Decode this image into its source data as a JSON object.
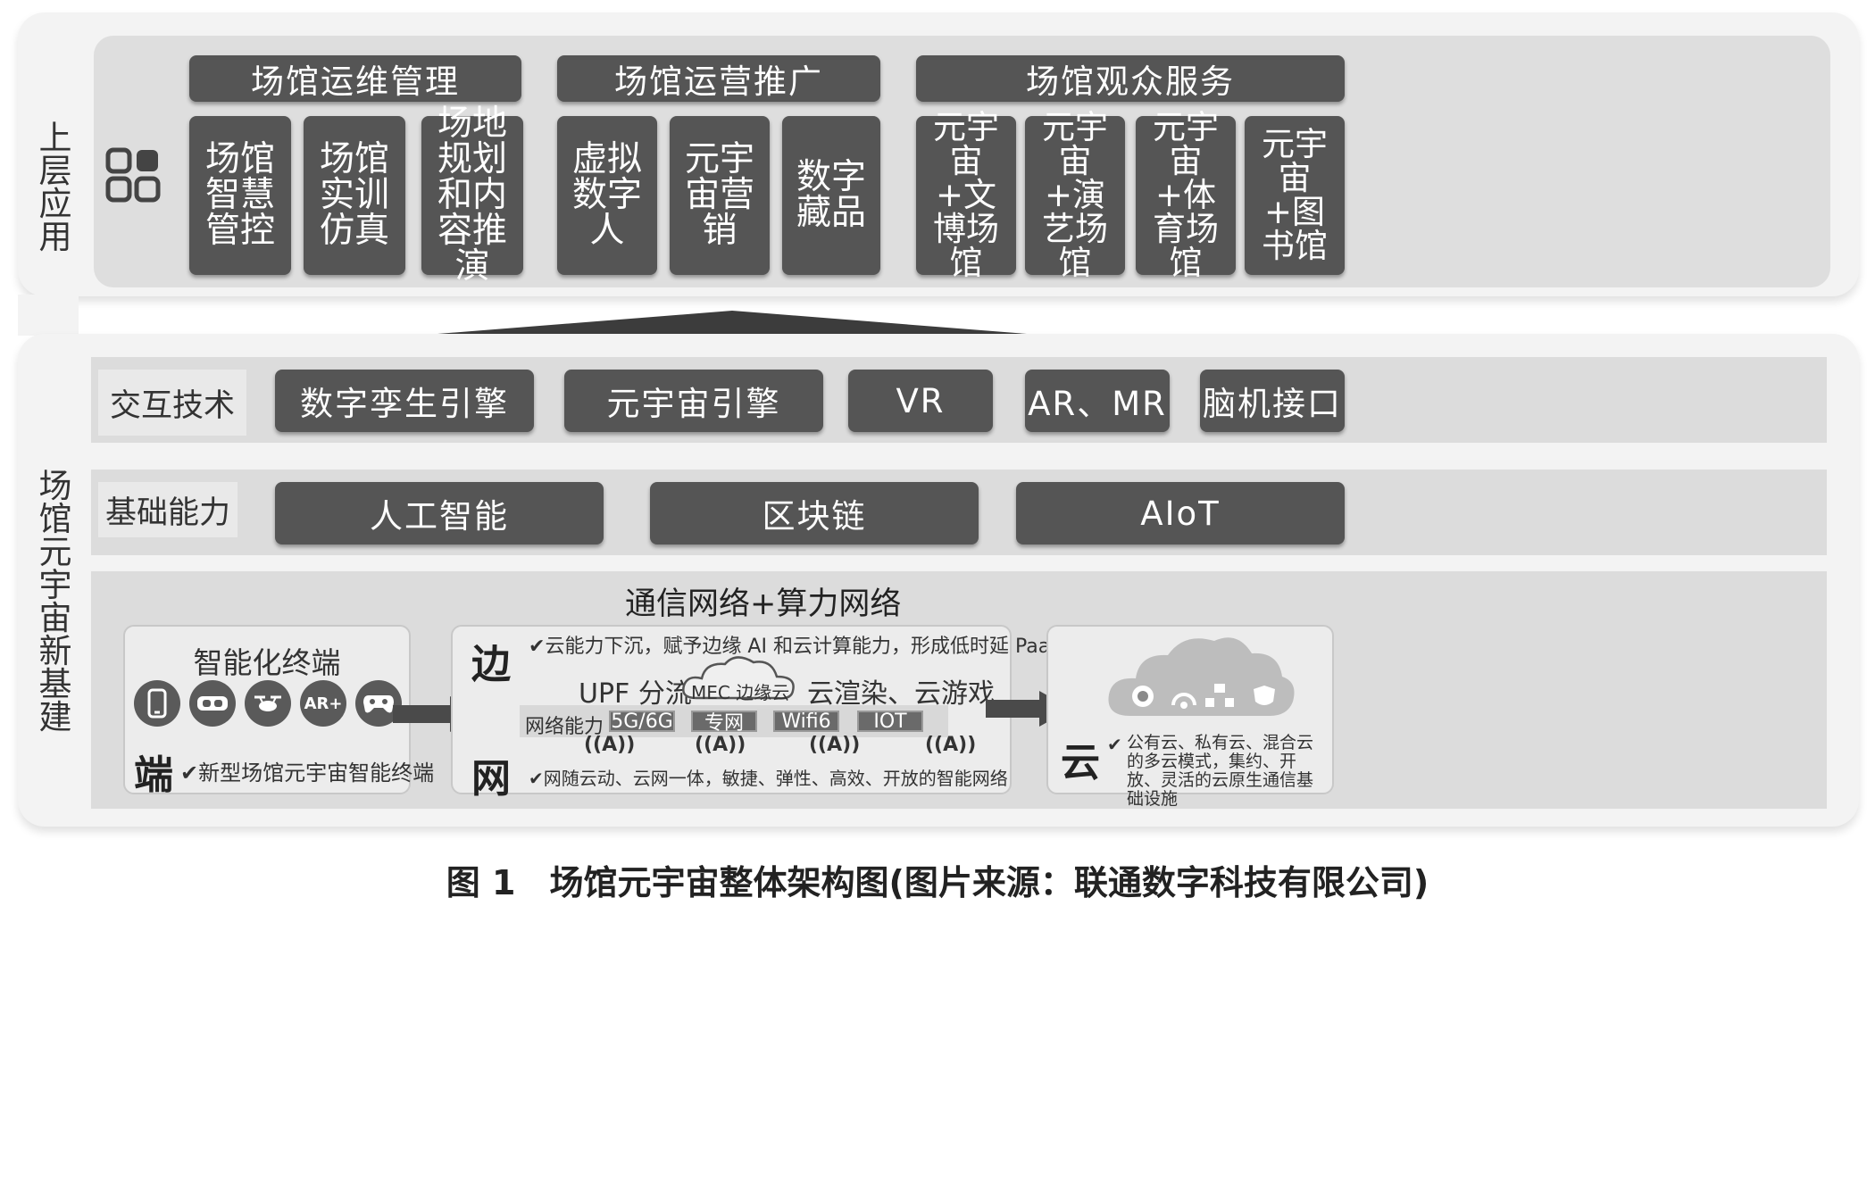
{
  "top": {
    "section_label": "上层应用",
    "groups": [
      {
        "title": "场馆运维管理",
        "items": [
          "场馆智慧管控",
          "场馆实训仿真",
          "场地规划和内容推演"
        ]
      },
      {
        "title": "场馆运营推广",
        "items": [
          "虚拟数字人",
          "元宇宙营销",
          "数字藏品"
        ]
      },
      {
        "title": "场馆观众服务",
        "items": [
          "元宇宙+文博场馆",
          "元宇宙+演艺场馆",
          "元宇宙+体育场馆",
          "元宇宙+图书馆"
        ]
      }
    ]
  },
  "bottom": {
    "section_label": "场馆元宇宙新基建",
    "interaction": {
      "label": "交互技术",
      "items": [
        "数字孪生引擎",
        "元宇宙引擎",
        "VR",
        "AR、MR",
        "脑机接口"
      ]
    },
    "foundation": {
      "label": "基础能力",
      "items": [
        "人工智能",
        "区块链",
        "AIoT"
      ]
    },
    "network": {
      "title": "通信网络+算力网络",
      "terminal": {
        "title": "智能化终端",
        "tag": "端",
        "desc": "新型场馆元宇宙智能终端",
        "icons": [
          "phone-icon",
          "vr-headset-icon",
          "drone-icon",
          "ar-icon",
          "gamepad-icon"
        ],
        "ar_text": "AR+"
      },
      "edge": {
        "tag_edge": "边",
        "tag_net": "网",
        "edge_desc": "云能力下沉，赋予边缘 AI 和云计算能力，形成低时延 PaaS 能力",
        "upf": "UPF 分流",
        "mec": "MEC 边缘云",
        "render": "云渲染、云游戏",
        "net_label": "网络能力",
        "net_items": [
          "5G/6G",
          "专网",
          "Wifi6",
          "IOT"
        ],
        "antenna_label": "A",
        "net_desc": "网随云动、云网一体，敏捷、弹性、高效、开放的智能网络"
      },
      "cloud": {
        "tag": "云",
        "desc": "公有云、私有云、混合云的多云模式，集约、开放、灵活的云原生通信基础设施"
      }
    }
  },
  "caption": "图 1　场馆元宇宙整体架构图(图片来源：联通数字科技有限公司)",
  "check_mark": "✔"
}
